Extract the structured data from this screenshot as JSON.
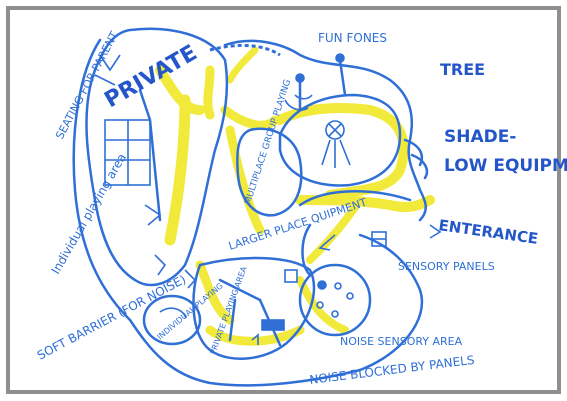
{
  "labels": {
    "seating_for_parent": "SEATING FOR PARENT",
    "private": "PRIVATE",
    "fun_fones": "FUN FONES",
    "tree": "TREE",
    "shade": "SHADE-",
    "low_equipment": "LOW EQUIPMEN",
    "entrance": "ENTERANCE",
    "multiplace_group": "MULTIPLACE GROUP PLAYING",
    "larger_place_equipment": "LARGER PLACE QUIPMENT",
    "individual_playing_area": "Individual playing area",
    "sensory_panels": "SENSORY PANELS",
    "noise_sensory_area": "NOISE SENSORY AREA",
    "noise_blocked": "NOISE BLOCKED BY PANELS",
    "soft_barrier": "SOFT BARRIER (FOR NOISE)",
    "individual_playing": "INDIVIDUAL PLAYING",
    "private_playing_area": "PRIVATE PLAYING AREA"
  },
  "colors": {
    "ink": "#2f6fd6",
    "highlight": "#f2ea3a",
    "frame": "#8a8a8a"
  }
}
